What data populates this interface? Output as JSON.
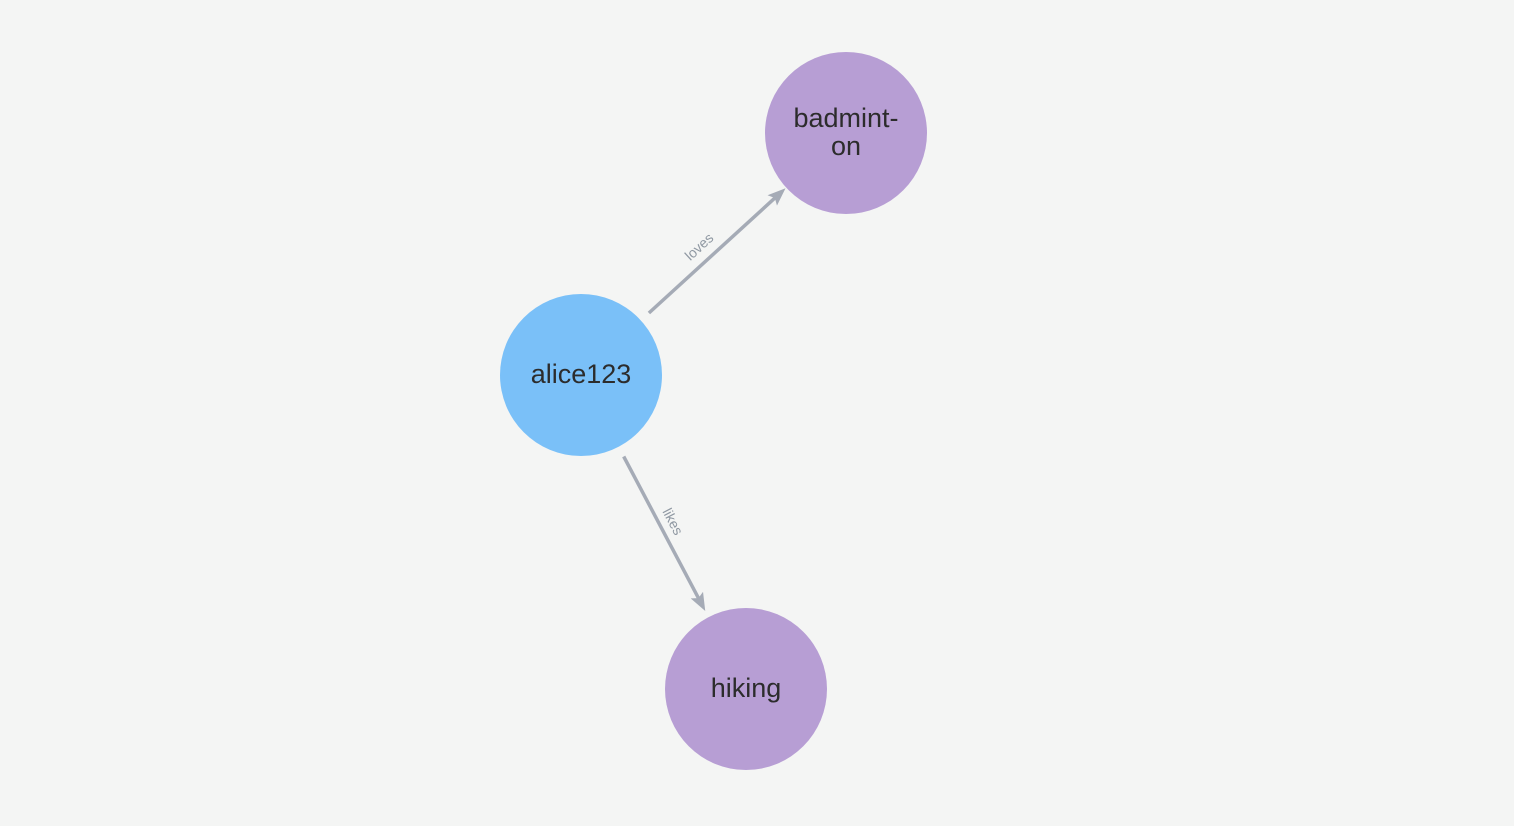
{
  "graph": {
    "background": "#f4f5f4",
    "nodes": [
      {
        "id": "alice123",
        "display_label": "alice123",
        "fill": "#7ac0f8",
        "text_color": "#2c2c2c"
      },
      {
        "id": "badminton",
        "display_label": "badmint-\non",
        "fill": "#b79ed4",
        "text_color": "#2c2c2c"
      },
      {
        "id": "hiking",
        "display_label": "hiking",
        "fill": "#b79ed4",
        "text_color": "#2c2c2c"
      }
    ],
    "edges": [
      {
        "from": "alice123",
        "to": "badminton",
        "label": "loves"
      },
      {
        "from": "alice123",
        "to": "hiking",
        "label": "likes"
      }
    ],
    "edge_color": "#a5abb6",
    "edge_label_color": "#8f98a2"
  }
}
